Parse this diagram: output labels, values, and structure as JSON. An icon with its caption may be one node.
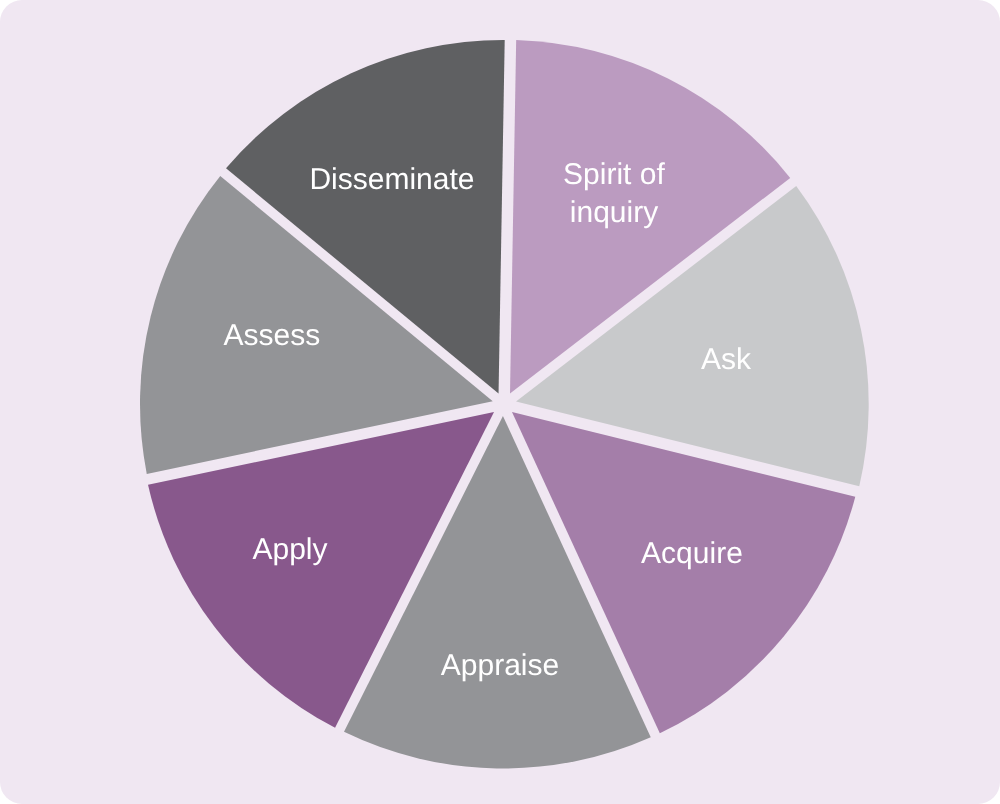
{
  "diagram": {
    "nodes": [
      {
        "text": [
          "Spirit of inquiry"
        ]
      },
      {
        "text": [
          "Ask"
        ]
      },
      {
        "text": [
          "Acquire"
        ]
      },
      {
        "text": [
          "Appraise"
        ]
      },
      {
        "text": [
          "Apply"
        ]
      },
      {
        "text": [
          "Assess"
        ]
      },
      {
        "text": [
          "Disseminate"
        ]
      }
    ]
  }
}
